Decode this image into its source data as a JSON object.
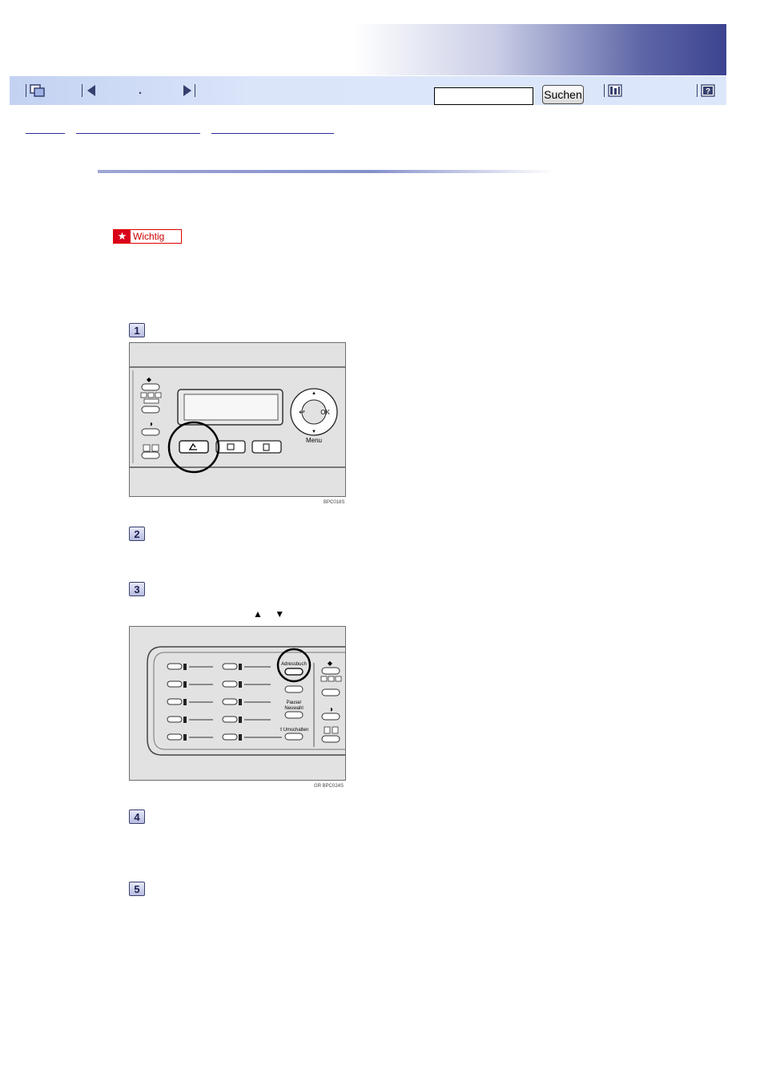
{
  "header": {
    "search_input_value": "",
    "search_button": "Suchen"
  },
  "notice": {
    "label": "Wichtig"
  },
  "steps": [
    "1",
    "2",
    "3",
    "4",
    "5"
  ],
  "arrow_keys": "▲ ▼",
  "figure1": {
    "code": "BPC018S",
    "ok_label": "OK",
    "menu_label": "Menu"
  },
  "figure2": {
    "code": "GR BPC024S",
    "adressbuch": "Adressbuch",
    "pause": "Pause/",
    "neuwahl": "Neuwahl",
    "umschalten": "⇧Umschalten"
  },
  "colors": {
    "banner_dark": "#3c4390",
    "nav_bg": "#dbe5fa",
    "important_red": "#d9001b"
  }
}
